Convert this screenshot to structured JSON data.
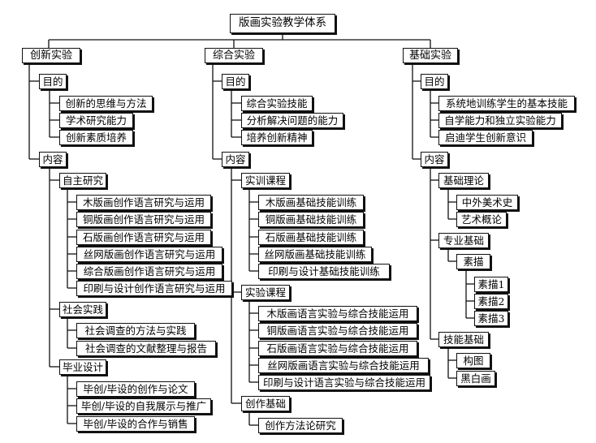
{
  "root": "版画实验教学体系",
  "branches": {
    "innov": {
      "label": "创新实验",
      "goal_label": "目的",
      "goals": [
        "创新的思维与方法",
        "学术研究能力",
        "创新素质培养"
      ],
      "content_label": "内容",
      "groups": [
        {
          "label": "自主研究",
          "items": [
            "木版画创作语言研究与运用",
            "铜版画创作语言研究与运用",
            "石版画创作语言研究与运用",
            "丝网版画创作语言研究与运用",
            "综合版画创作语言研究与运用",
            "印刷与设计创作语言研究与运用"
          ]
        },
        {
          "label": "社会实践",
          "items": [
            "社会调查的方法与实践",
            "社会调查的文献整理与报告"
          ]
        },
        {
          "label": "毕业设计",
          "items": [
            "毕创/毕设的创作与论文",
            "毕创/毕设的自我展示与推广",
            "毕创/毕设的合作与销售"
          ]
        }
      ]
    },
    "comp": {
      "label": "综合实验",
      "goal_label": "目的",
      "goals": [
        "综合实验技能",
        "分析解决问题的能力",
        "培养创新精神"
      ],
      "content_label": "内容",
      "groups": [
        {
          "label": "实训课程",
          "items": [
            "木版画基础技能训练",
            "铜版画基础技能训练",
            "石版画基础技能训练",
            "丝网版画基础技能训练",
            "印刷与设计基础技能训练"
          ]
        },
        {
          "label": "实验课程",
          "items": [
            "木版画语言实验与综合技能运用",
            "铜版画语言实验与综合技能运用",
            "石版画语言实验与综合技能运用",
            "丝网版画语言实验与综合技能运用",
            "印刷与设计语言实验与综合技能运用"
          ]
        },
        {
          "label": "创作基础",
          "items": [
            "创作方法论研究"
          ]
        }
      ]
    },
    "basic": {
      "label": "基础实验",
      "goal_label": "目的",
      "goals": [
        "系统地训练学生的基本技能",
        "自学能力和独立实验能力",
        "启迪学生创新意识"
      ],
      "content_label": "内容",
      "theory": {
        "label": "基础理论",
        "items": [
          "中外美术史",
          "艺术概论"
        ]
      },
      "pro": {
        "label": "专业基础",
        "sketch": {
          "label": "素描",
          "items": [
            "素描1",
            "素描2",
            "素描3"
          ]
        }
      },
      "skill": {
        "label": "技能基础",
        "items": [
          "构图",
          "黑白画"
        ]
      }
    }
  }
}
